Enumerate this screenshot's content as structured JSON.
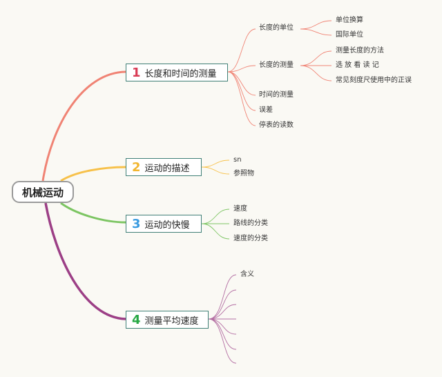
{
  "root": {
    "label": "机械运动"
  },
  "topics": [
    {
      "num": "1",
      "label": "长度和时间的测量",
      "color": "#f08374",
      "num_color": "#d93b55"
    },
    {
      "num": "2",
      "label": "运动的描述",
      "color": "#f7c14a",
      "num_color": "#f2b630"
    },
    {
      "num": "3",
      "label": "运动的快慢",
      "color": "#7cc562",
      "num_color": "#3a9be0"
    },
    {
      "num": "4",
      "label": "测量平均速度",
      "color": "#9c3f86",
      "num_color": "#27a844"
    }
  ],
  "topic1": {
    "unit": {
      "label": "长度的单位",
      "children": [
        "单位换算",
        "国际单位"
      ]
    },
    "measure": {
      "label": "长度的测量",
      "children": [
        "测量长度的方法",
        "选 放 看 读 记",
        "常见刻度尺使用中的正误"
      ]
    },
    "others": [
      "时间的测量",
      "误差",
      "停表的读数"
    ]
  },
  "topic2": {
    "children": [
      "sn",
      "参照物"
    ]
  },
  "topic3": {
    "children": [
      "速度",
      "路线的分类",
      "速度的分类"
    ]
  },
  "topic4": {
    "children": [
      "含义"
    ]
  }
}
